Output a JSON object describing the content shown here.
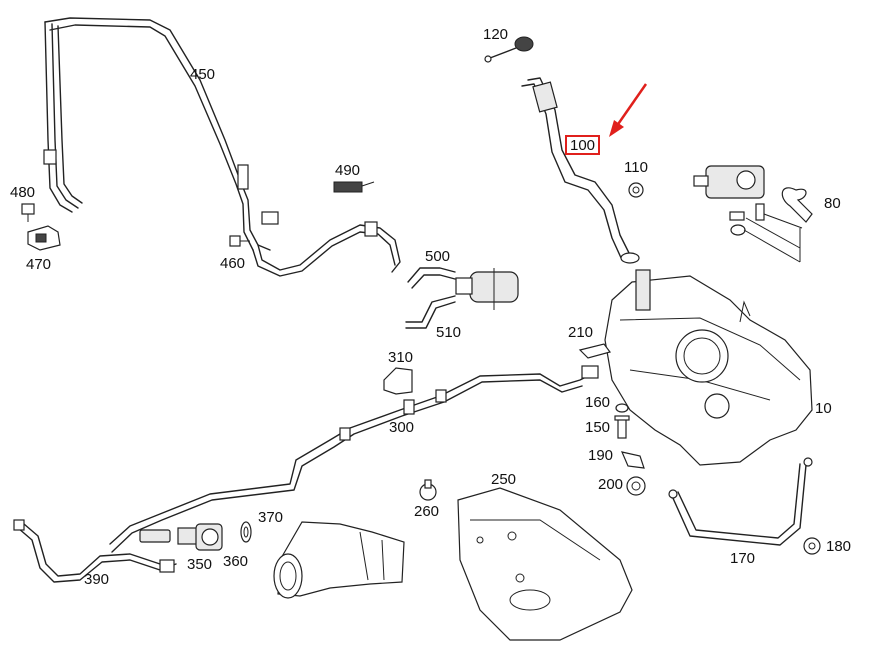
{
  "highlight": {
    "label": "100",
    "color": "#e0201c"
  },
  "labels": [
    "120",
    "450",
    "490",
    "480",
    "470",
    "460",
    "500",
    "510",
    "110",
    "80",
    "210",
    "310",
    "300",
    "390",
    "350",
    "360",
    "370",
    "260",
    "250",
    "160",
    "150",
    "190",
    "200",
    "10",
    "170",
    "180"
  ]
}
